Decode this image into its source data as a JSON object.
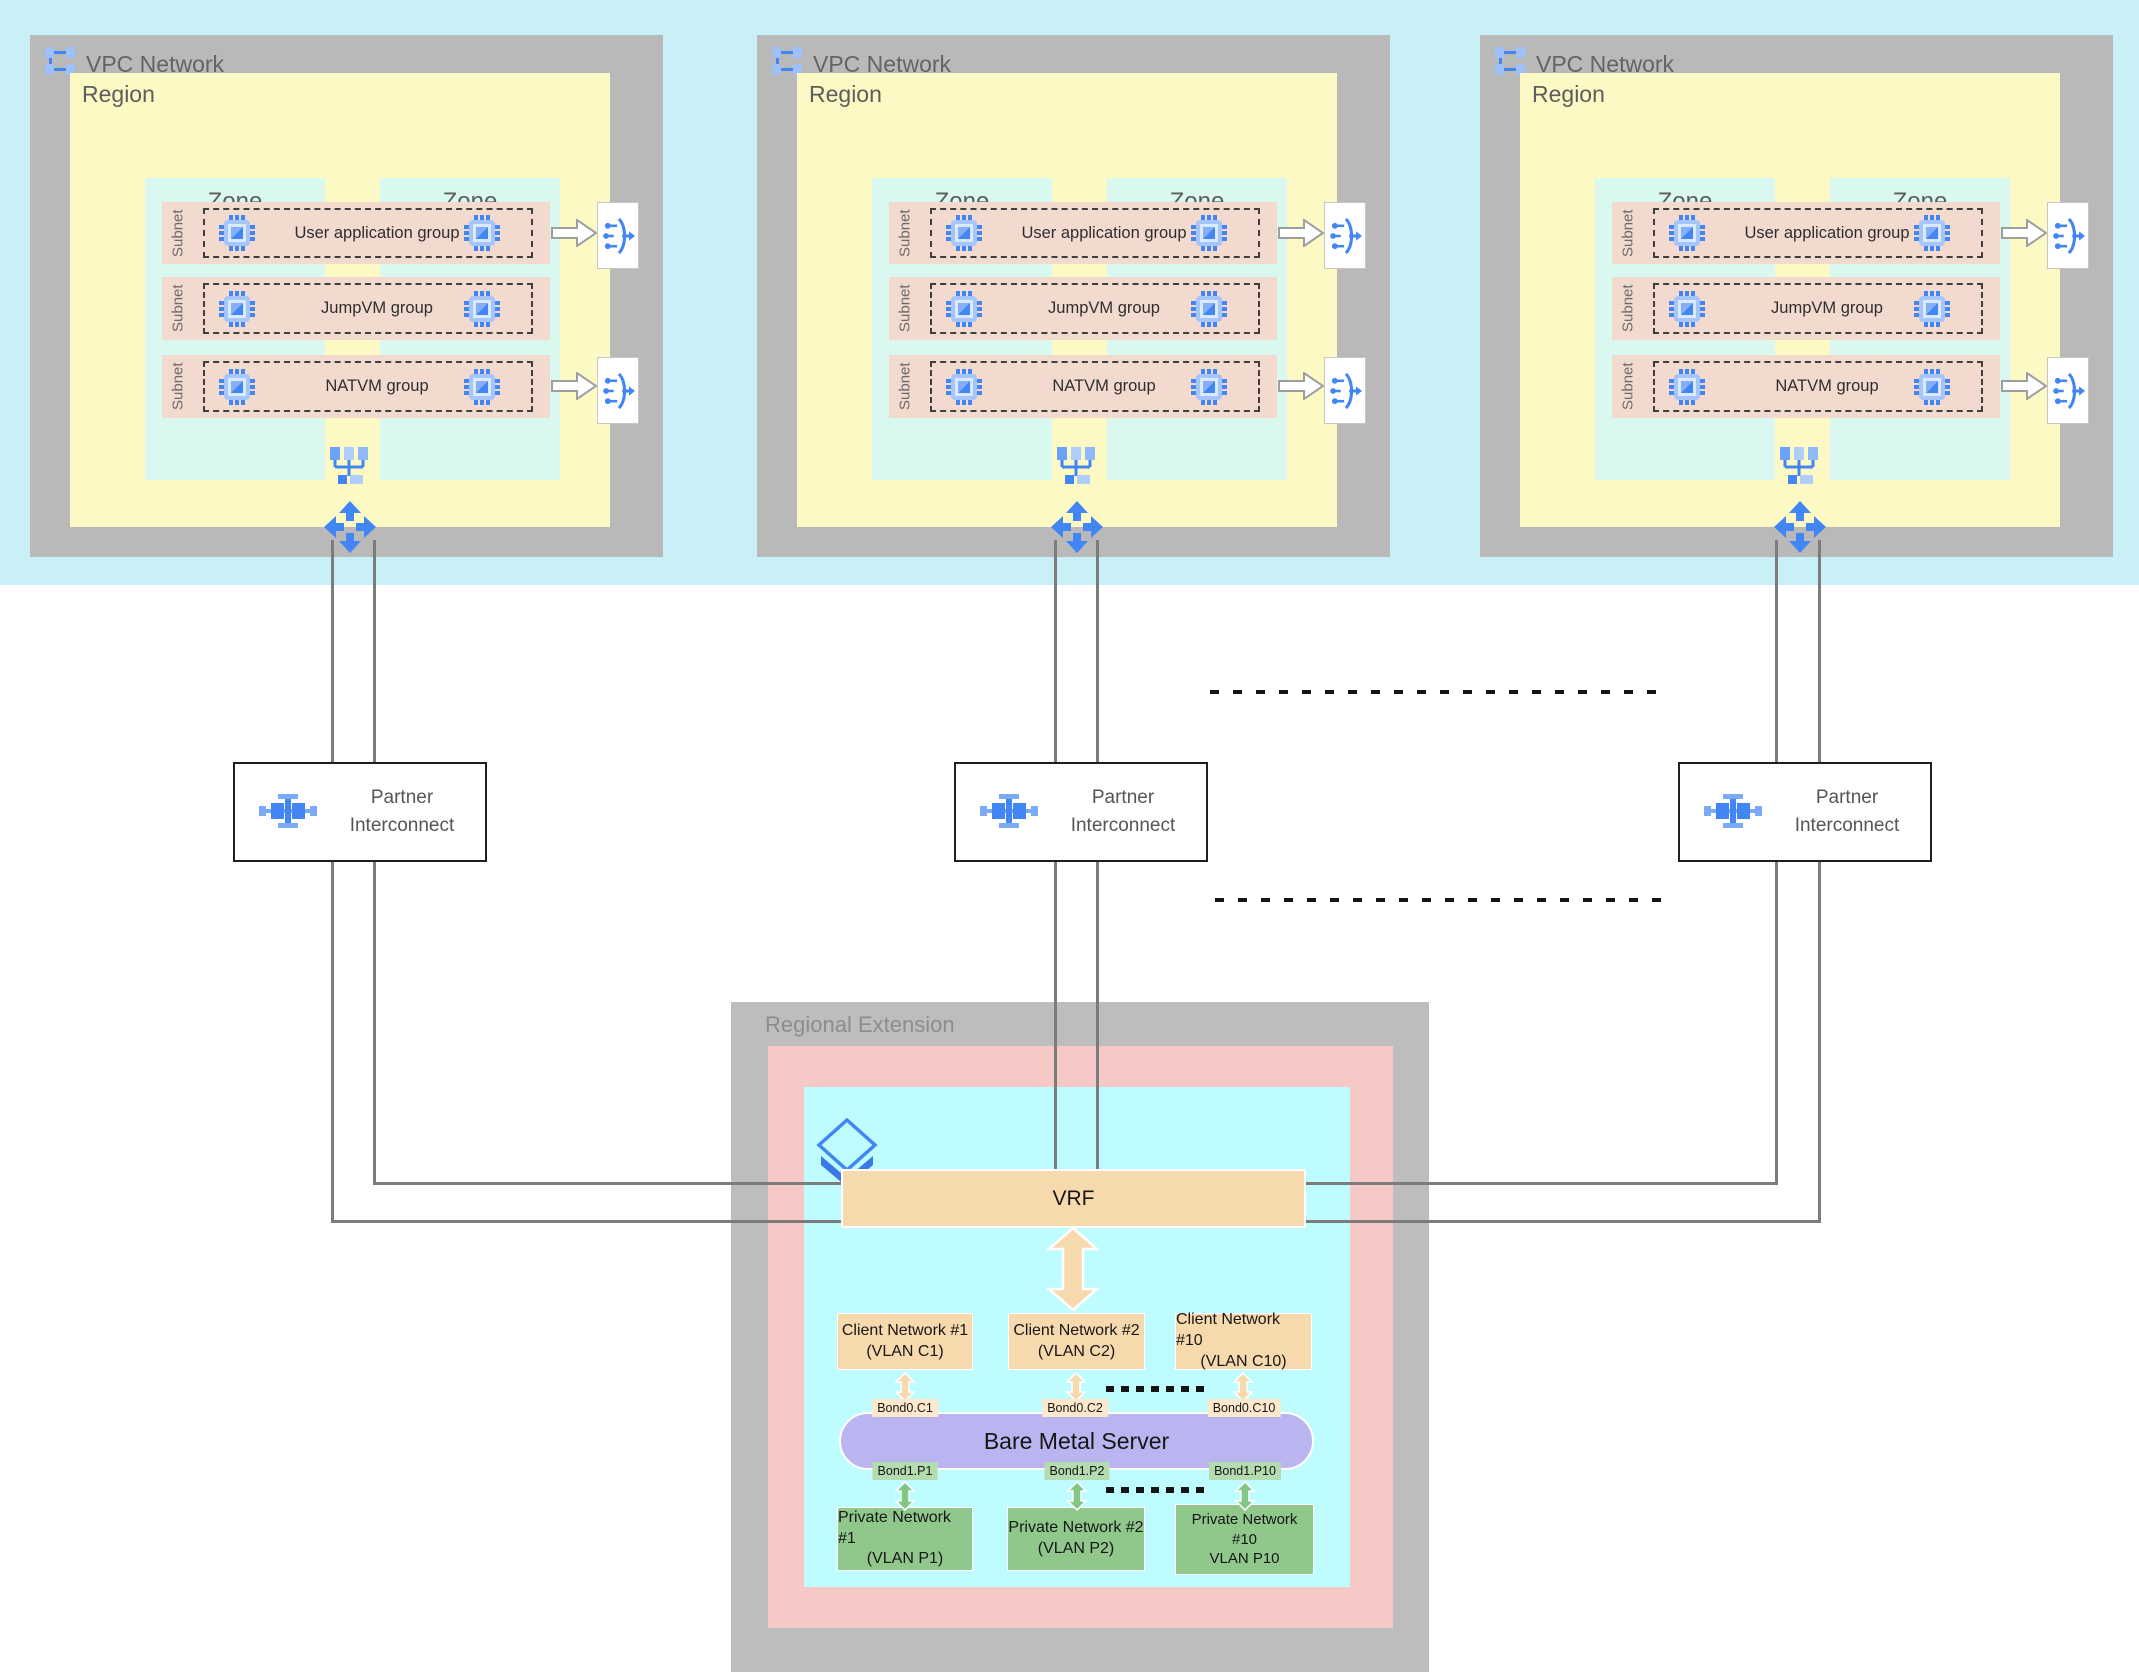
{
  "colors": {
    "band_cyan": "#c9f0f7",
    "vpc_gray": "#b9b9b9",
    "region_yellow": "#fcf9c5",
    "zone_cyan": "#d8f8f0",
    "subnet_pink": "#f3dacf",
    "re_gray": "#bdbdbd",
    "re_pink": "#f7c9c6",
    "re_cyan": "#bffcff",
    "orange": "#f7d9ae",
    "purple": "#bab4f1",
    "green": "#90c88c",
    "bond0_bg": "#fce9cd",
    "bond1_bg": "#b5dcb0",
    "blue": "#4285f4",
    "line_gray": "#7c7c7c"
  },
  "vpcs": [
    {
      "title": "VPC Network",
      "region_label": "Region",
      "zone_labels": [
        "Zone",
        "Zone"
      ],
      "subnet_label": "Subnet",
      "groups": [
        "User application group",
        "JumpVM group",
        "NATVM group"
      ]
    },
    {
      "title": "VPC Network",
      "region_label": "Region",
      "zone_labels": [
        "Zone",
        "Zone"
      ],
      "subnet_label": "Subnet",
      "groups": [
        "User application group",
        "JumpVM group",
        "NATVM group"
      ]
    },
    {
      "title": "VPC Network",
      "region_label": "Region",
      "zone_labels": [
        "Zone",
        "Zone"
      ],
      "subnet_label": "Subnet",
      "groups": [
        "User application group",
        "JumpVM group",
        "NATVM group"
      ]
    }
  ],
  "interconnects": [
    {
      "line1": "Partner",
      "line2": "Interconnect"
    },
    {
      "line1": "Partner",
      "line2": "Interconnect"
    },
    {
      "line1": "Partner",
      "line2": "Interconnect"
    }
  ],
  "regional_extension": {
    "title": "Regional Extension",
    "vrf_label": "VRF",
    "server_label": "Bare Metal Server",
    "client_networks": [
      [
        "Client Network #1",
        "(VLAN C1)"
      ],
      [
        "Client Network #2",
        "(VLAN C2)"
      ],
      [
        "Client Network #10",
        "(VLAN C10)"
      ]
    ],
    "bond0_labels": [
      "Bond0.C1",
      "Bond0.C2",
      "Bond0.C10"
    ],
    "bond1_labels": [
      "Bond1.P1",
      "Bond1.P2",
      "Bond1.P10"
    ],
    "private_networks": [
      [
        "Private Network #1",
        "(VLAN P1)"
      ],
      [
        "Private Network #2",
        "(VLAN P2)"
      ],
      [
        "Private Network",
        "#10",
        "VLAN P10"
      ]
    ]
  }
}
